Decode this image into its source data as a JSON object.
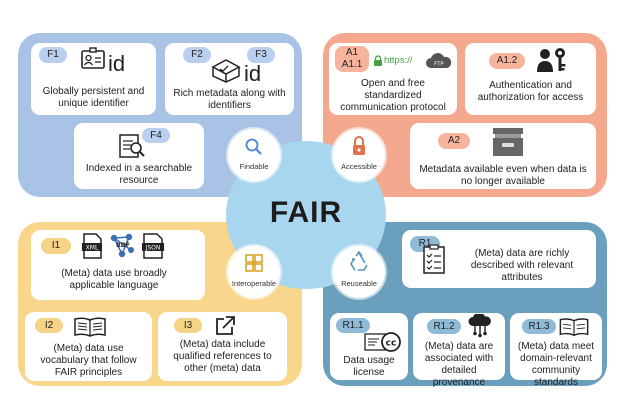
{
  "center": {
    "title": "FAIR"
  },
  "pillars": {
    "findable": "Findable",
    "accessible": "Accessible",
    "interoperable": "Interoperable",
    "reuseable": "Reuseable"
  },
  "findable": {
    "f1": {
      "badge": "F1",
      "icon_text": "id",
      "text": "Globally persistent and unique identifier"
    },
    "f2f3": {
      "badge_a": "F2",
      "badge_b": "F3",
      "icon_text": "id",
      "text": "Rich metadata along with identifiers"
    },
    "f4": {
      "badge": "F4",
      "text": "Indexed in a searchable resource"
    }
  },
  "accessible": {
    "a1": {
      "badge_line1": "A1",
      "badge_line2": "A1.1",
      "url_text": "https://",
      "text": "Open and free standardized communication protocol"
    },
    "a12": {
      "badge": "A1.2",
      "text": "Authentication and authorization for access"
    },
    "a2": {
      "badge": "A2",
      "text": "Metadata available even when data is no longer available"
    }
  },
  "interoperable": {
    "i1": {
      "badge": "I1",
      "formats": [
        "XML",
        "RDF",
        "JSON"
      ],
      "text": "(Meta) data use broadly applicable language"
    },
    "i2": {
      "badge": "I2",
      "text": "(Meta) data use vocabulary that follow FAIR principles"
    },
    "i3": {
      "badge": "I3",
      "text": "(Meta) data include qualified references to other (meta) data"
    }
  },
  "reuseable": {
    "r1": {
      "badge": "R1",
      "text": "(Meta) data are richly described with relevant attributes"
    },
    "r11": {
      "badge": "R1.1",
      "icon_text": "cc",
      "text": "Data usage license"
    },
    "r12": {
      "badge": "R1.2",
      "text": "(Meta) data are associated with detailed provenance"
    },
    "r13": {
      "badge": "R1.3",
      "text": "(Meta) data meet domain-relevant community standards"
    }
  },
  "colors": {
    "findable_bg": "#a9c3e6",
    "accessible_bg": "#f4a88e",
    "interoperable_bg": "#f8d68b",
    "reuseable_bg": "#6a9fbe",
    "center_bg": "#a9d6ef",
    "lock_green": "#3fa33f"
  }
}
